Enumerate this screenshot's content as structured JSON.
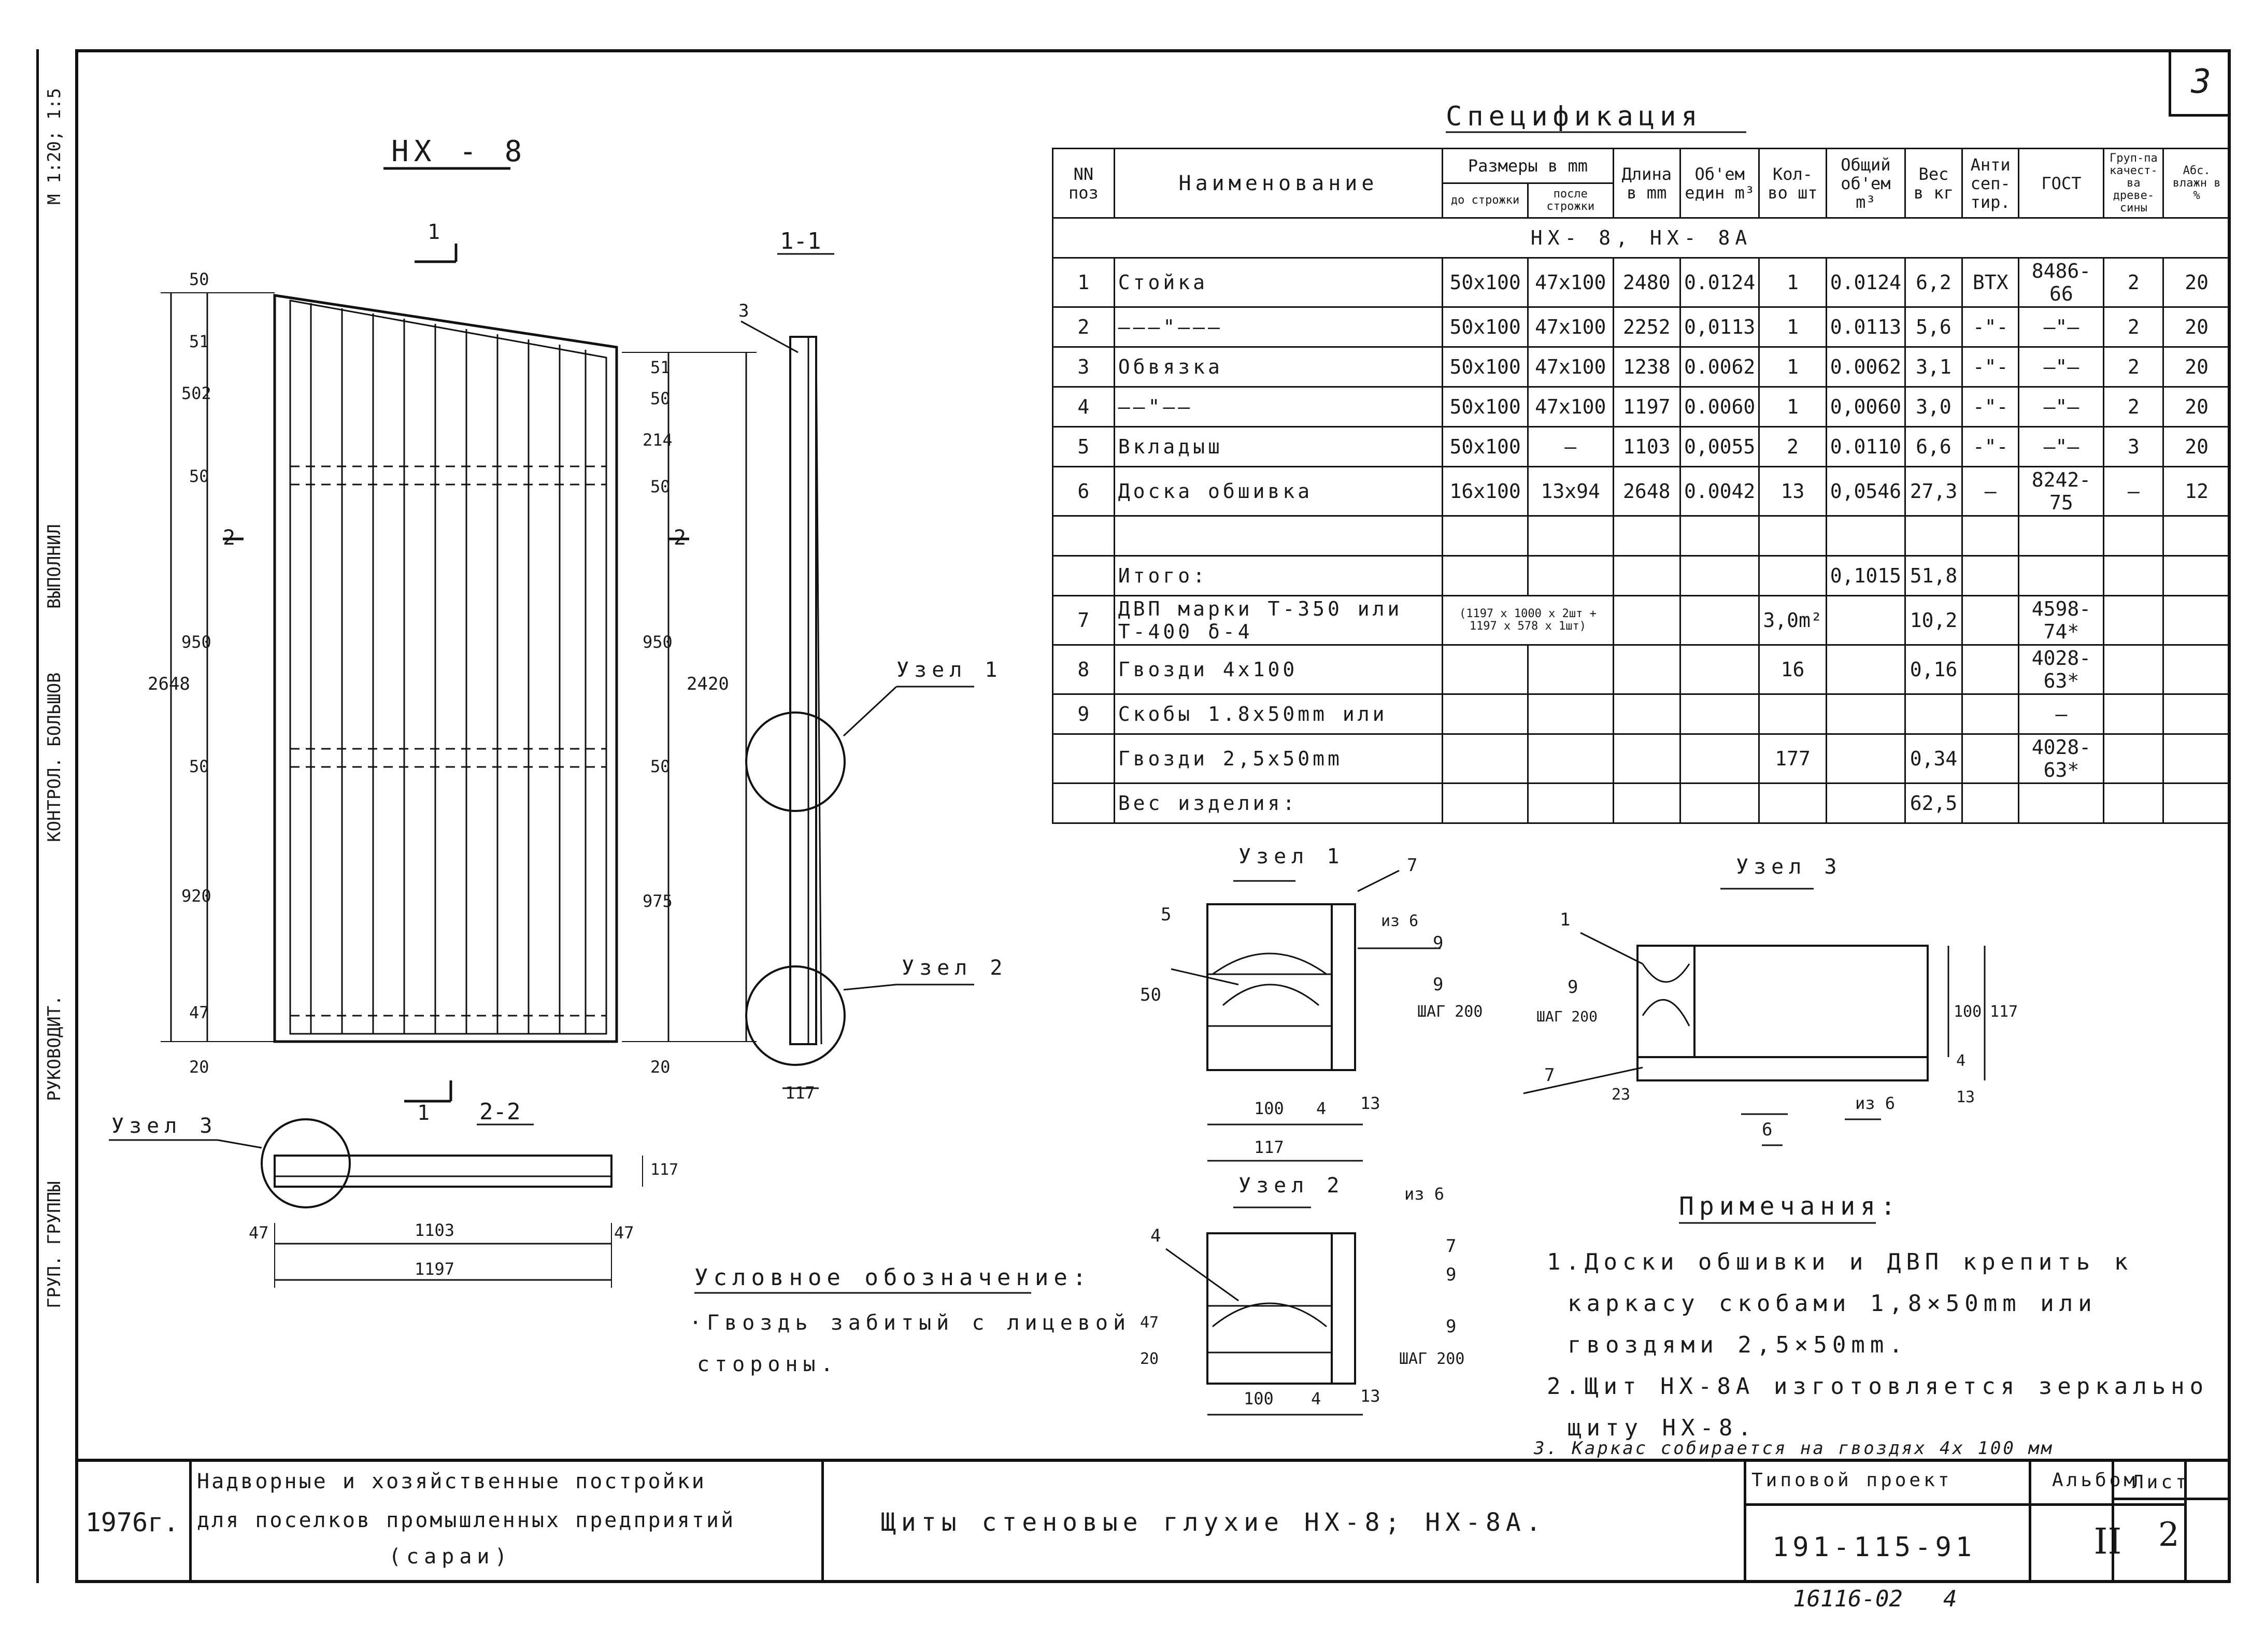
{
  "sheet_corner_number": "3",
  "left_strip": {
    "scale": "М 1:20; 1:5",
    "roles": [
      "ГРУП. ГРУППЫ",
      "РУКОВОДИТ.",
      "КОНТРОЛ. БОЛЬШОВ",
      "ВЫПОЛНИЛ"
    ]
  },
  "drawing_title": "НХ - 8",
  "section_1_1": "1-1",
  "section_2_2": "2-2",
  "section_marks": {
    "m1_top": "1",
    "m1_bottom": "1",
    "m2_left": "2",
    "m2_right": "2"
  },
  "dims_left": {
    "total": "2648",
    "d50a": "50",
    "d51": "51",
    "d502": "502",
    "d50b": "50",
    "d950": "950",
    "d50c": "50",
    "d920": "920",
    "d47": "47",
    "d20": "20"
  },
  "dims_right": {
    "total": "2420",
    "d51": "51",
    "d50a": "50",
    "d214": "214",
    "d50b": "50",
    "d950": "950",
    "d50c": "50",
    "d975": "975",
    "d20": "20"
  },
  "section_1_1_dims": {
    "pos3": "3",
    "width": "117"
  },
  "plan_dims": {
    "inner": "1103",
    "outer": "1197",
    "left47": "47",
    "right47": "47",
    "height": "117"
  },
  "callouts": {
    "uzel1": "Узел 1",
    "uzel2": "Узел 2",
    "uzel3": "Узел 3"
  },
  "uzel1_detail": {
    "title": "Узел 1",
    "labels": [
      "5",
      "7",
      "из 6",
      "9",
      "9",
      "ШАГ 200",
      "50"
    ],
    "dims": [
      "100",
      "4",
      "13",
      "117"
    ]
  },
  "uzel2_detail": {
    "title": "Узел 2",
    "labels": [
      "4",
      "из 6",
      "7",
      "9",
      "9",
      "ШАГ 200",
      "47",
      "20"
    ],
    "dims": [
      "100",
      "4",
      "13"
    ]
  },
  "uzel3_detail": {
    "title": "Узел 3",
    "labels": [
      "1",
      "9",
      "ШАГ 200",
      "7",
      "6",
      "из 6",
      "23"
    ],
    "dims": [
      "100",
      "117",
      "4",
      "13"
    ]
  },
  "legend": {
    "title": "Условное обозначение:",
    "text1": "·Гвоздь забитый с лицевой",
    "text2": "стороны."
  },
  "notes": {
    "title": "Примечания:",
    "line1": "1.Доски обшивки и ДВП крепить к",
    "line2": "каркасу скобами 1,8×50mm или",
    "line3": "гвоздями 2,5×50mm.",
    "line4": "2.Щит НХ-8А изготовляется зеркально",
    "line5": "щиту НХ-8.",
    "line6": "3. Каркас собирается на гвоздях 4х 100 мм"
  },
  "spec": {
    "title": "Спецификация",
    "headers": {
      "nn": "NN поз",
      "name": "Наименование",
      "sizes": "Размеры в mm",
      "before": "до строжки",
      "after": "после строжки",
      "length": "Длина в mm",
      "volume_unit": "Об'ем един m³",
      "qty": "Кол-во шт",
      "volume_total": "Общий об'ем m³",
      "weight": "Вес в кг",
      "antisept": "Анти сеп-тир.",
      "gost": "ГОСТ",
      "quality": "Груп-па качест-ва древе-сины",
      "moisture": "Абс. влажн в %"
    },
    "group_row": "НХ- 8, НХ- 8А",
    "rows": [
      [
        "1",
        "Стойка",
        "50x100",
        "47x100",
        "2480",
        "0.0124",
        "1",
        "0.0124",
        "6,2",
        "ВТХ",
        "8486-66",
        "2",
        "20"
      ],
      [
        "2",
        "———\"———",
        "50x100",
        "47x100",
        "2252",
        "0,0113",
        "1",
        "0.0113",
        "5,6",
        "-\"-",
        "—\"—",
        "2",
        "20"
      ],
      [
        "3",
        "Обвязка",
        "50x100",
        "47x100",
        "1238",
        "0.0062",
        "1",
        "0.0062",
        "3,1",
        "-\"-",
        "—\"—",
        "2",
        "20"
      ],
      [
        "4",
        "——\"——",
        "50x100",
        "47x100",
        "1197",
        "0.0060",
        "1",
        "0,0060",
        "3,0",
        "-\"-",
        "—\"—",
        "2",
        "20"
      ],
      [
        "5",
        "Вкладыш",
        "50x100",
        "—",
        "1103",
        "0,0055",
        "2",
        "0.0110",
        "6,6",
        "-\"-",
        "—\"—",
        "3",
        "20"
      ],
      [
        "6",
        "Доска обшивка",
        "16x100",
        "13x94",
        "2648",
        "0.0042",
        "13",
        "0,0546",
        "27,3",
        "—",
        "8242-75",
        "—",
        "12"
      ],
      [
        "",
        "",
        "",
        "",
        "",
        "",
        "",
        "",
        "",
        "",
        "",
        "",
        ""
      ],
      [
        "",
        "Итого:",
        "",
        "",
        "",
        "",
        "",
        "0,1015",
        "51,8",
        "",
        "",
        "",
        ""
      ],
      [
        "7",
        "ДВП марки Т-350 или Т-400 δ-4",
        "(1197 x 1000 x 2шт + 1197 x 578 x 1шт)",
        "",
        "",
        "",
        "3,0m²",
        "",
        "10,2",
        "",
        "4598-74*",
        "",
        ""
      ],
      [
        "8",
        "Гвозди 4х100",
        "",
        "",
        "",
        "",
        "16",
        "",
        "0,16",
        "",
        "4028-63*",
        "",
        ""
      ],
      [
        "9",
        "Скобы 1.8x50mm или",
        "",
        "",
        "",
        "",
        "",
        "",
        "",
        "",
        "—",
        "",
        ""
      ],
      [
        "",
        "Гвозди 2,5x50mm",
        "",
        "",
        "",
        "",
        "177",
        "",
        "0,34",
        "",
        "4028-63*",
        "",
        ""
      ],
      [
        "",
        "Вес изделия:",
        "",
        "",
        "",
        "",
        "",
        "",
        "62,5",
        "",
        "",
        "",
        ""
      ]
    ]
  },
  "title_block": {
    "year": "1976г.",
    "project_line1": "Надворные и хозяйственные постройки",
    "project_line2": "для поселков промышленных предприятий",
    "project_line3": "(сараи)",
    "sheet_title": "Щиты стеновые глухие НХ-8; НХ-8А.",
    "typical_project_label": "Типовой проект",
    "typical_project_number": "191-115-91",
    "album_label": "Альбом",
    "album_value": "II",
    "sheet_label": "Лист",
    "sheet_value": "2"
  },
  "bottom_stamp": "16116-02",
  "bottom_stamp_page": "4"
}
